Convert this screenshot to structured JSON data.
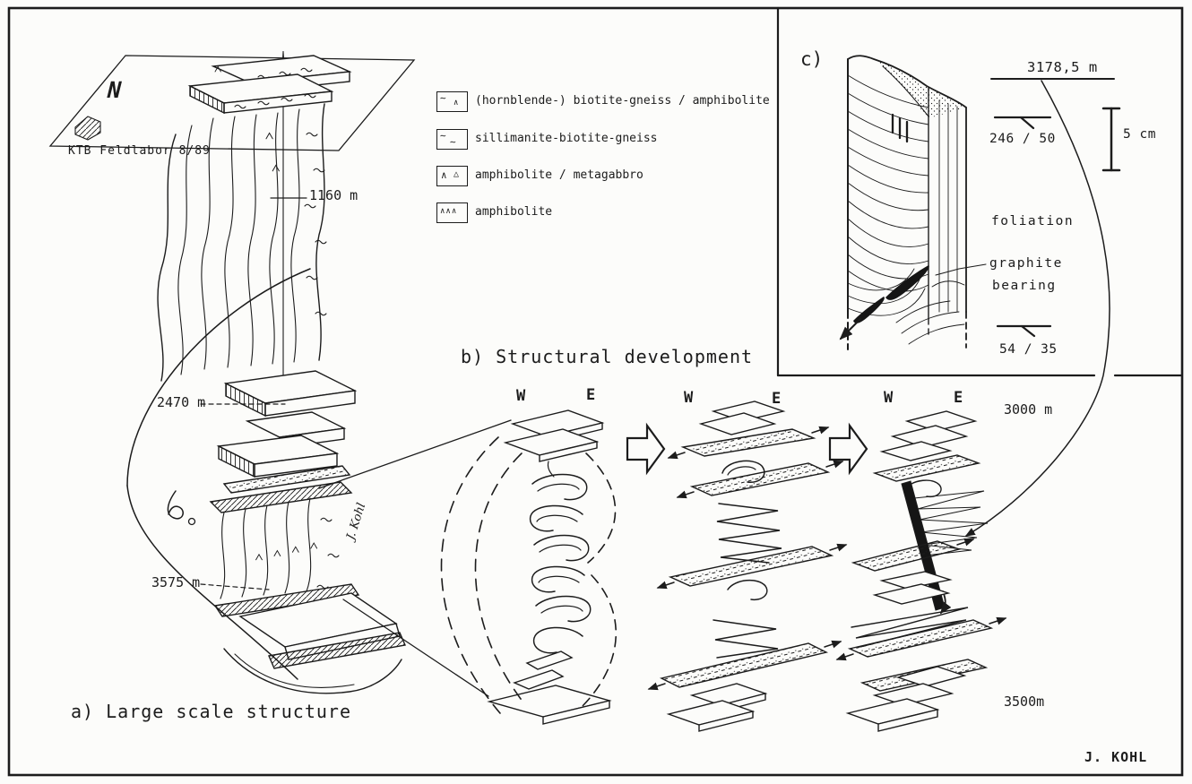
{
  "panel_a": {
    "title": "a) Large scale structure",
    "site_label": "KTB Feldlabor 8/89",
    "north": "N",
    "signature": "J. Kohl",
    "depth_1": "1160 m",
    "depth_2": "2470 m",
    "depth_3": "3575 m"
  },
  "legend": {
    "i1": {
      "label": "(hornblende-) biotite-gneiss / amphibolite",
      "s1": "∼",
      "s2": "∧"
    },
    "i2": {
      "label": "sillimanite-biotite-gneiss",
      "s1": "∼",
      "s2": "∼"
    },
    "i3": {
      "label": "amphibolite / metagabbro",
      "s1": "∧",
      "s2": "△"
    },
    "i4": {
      "label": "amphibolite",
      "s1": "∧∧∧"
    }
  },
  "panel_b": {
    "title": "b) Structural development",
    "west": "W",
    "east": "E",
    "depth_top": "3000 m",
    "depth_bottom": "3500m"
  },
  "panel_c": {
    "title": "c)",
    "core_depth": "3178,5 m",
    "dip_upper": "246 / 50",
    "dip_lower": "54 / 35",
    "scale": "5 cm",
    "foliation": "foliation",
    "graphite": "graphite",
    "bearing": "bearing"
  },
  "credit": "J. KOHL",
  "colors": {
    "ink": "#1c1c1c",
    "paper": "#fcfcfa"
  }
}
